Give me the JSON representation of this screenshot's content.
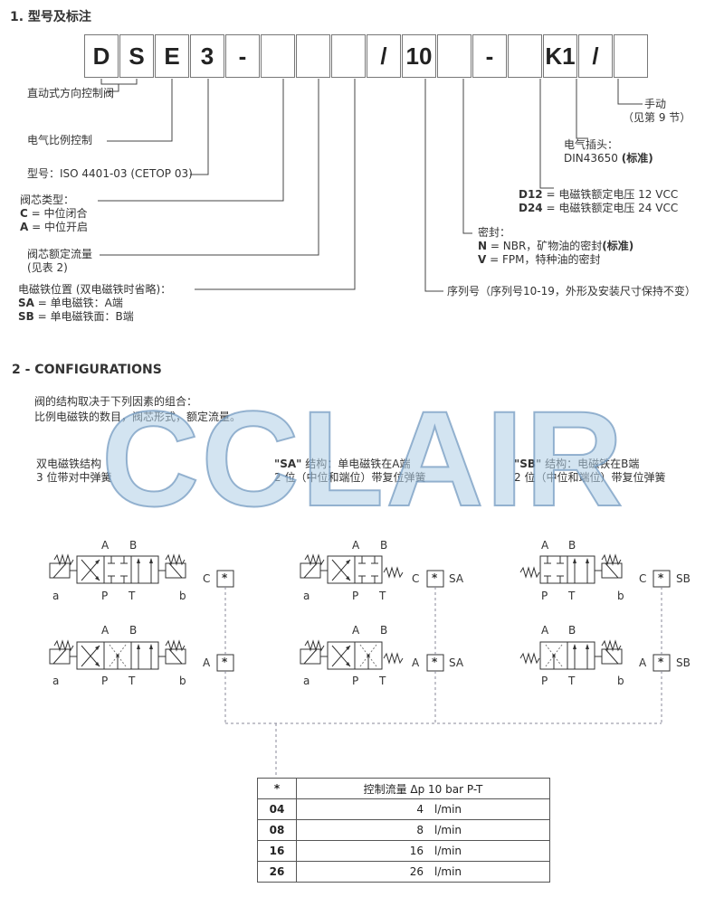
{
  "section1": {
    "title": "1. 型号及标注"
  },
  "code_cells": [
    "D",
    "S",
    "E",
    "3",
    "-",
    "",
    "",
    "",
    "/",
    "10",
    "",
    "-",
    "",
    "K1",
    "/",
    ""
  ],
  "labels": {
    "direct": "直动式方向控制阀",
    "proportional": "电气比例控制",
    "model": "型号：ISO 4401-03 (CETOP 03)",
    "spool_type": "阀芯类型：",
    "spool_c_key": "C",
    "spool_c": " = 中位闭合",
    "spool_a_key": "A",
    "spool_a": " = 中位开启",
    "flow_rated": "阀芯额定流量",
    "flow_rated_ref": "(见表 2)",
    "solenoid_pos": "电磁铁位置 (双电磁铁时省略)：",
    "sa_key": "SA",
    "sa": " = 单电磁铁：A端",
    "sb_key": "SB",
    "sb": " = 单电磁铁面：B端",
    "manual": "手动",
    "manual_ref": "（见第 9 节）",
    "plug": "电气插头：",
    "plug_din": "DIN43650",
    "plug_std": "(标准)",
    "d12_key": "D12",
    "d12": " = 电磁铁额定电压 12 VCC",
    "d24_key": "D24",
    "d24": " = 电磁铁额定电压 24 VCC",
    "seal": "密封：",
    "seal_n_key": "N",
    "seal_n": " = NBR，矿物油的密封",
    "seal_n_std": "(标准)",
    "seal_v_key": "V",
    "seal_v": " = FPM，特种油的密封",
    "serial": "序列号（序列号10-19，外形及安装尺寸保持不变）"
  },
  "section2": {
    "title": "2 - CONFIGURATIONS",
    "intro1": "阀的结构取决于下列因素的组合：",
    "intro2": "比例电磁铁的数目，阀芯形式，额定流量。",
    "col1_l1": "双电磁铁结构",
    "col1_l2": "3 位带对中弹簧",
    "col2_key": "\"SA\"",
    "col2_l1": " 结构：单电磁铁在A端",
    "col2_l2": "2 位（中位和端位）带复位弹簧",
    "col3_key": "\"SB\"",
    "col3_l1": " 结构：电磁铁在B端",
    "col3_l2": "2 位（中位和端位）带复位弹簧"
  },
  "symbols": {
    "A": "A",
    "B": "B",
    "P": "P",
    "T": "T",
    "a": "a",
    "b": "b",
    "C": "C",
    "SA": "SA",
    "SB": "SB",
    "star": "*"
  },
  "watermark": "CCLAIR",
  "flow_table": {
    "header_key": "*",
    "header": "控制流量 Δp 10 bar P-T",
    "rows": [
      {
        "code": "04",
        "value": "4",
        "unit": "l/min"
      },
      {
        "code": "08",
        "value": "8",
        "unit": "l/min"
      },
      {
        "code": "16",
        "value": "16",
        "unit": "l/min"
      },
      {
        "code": "26",
        "value": "26",
        "unit": "l/min"
      }
    ]
  }
}
